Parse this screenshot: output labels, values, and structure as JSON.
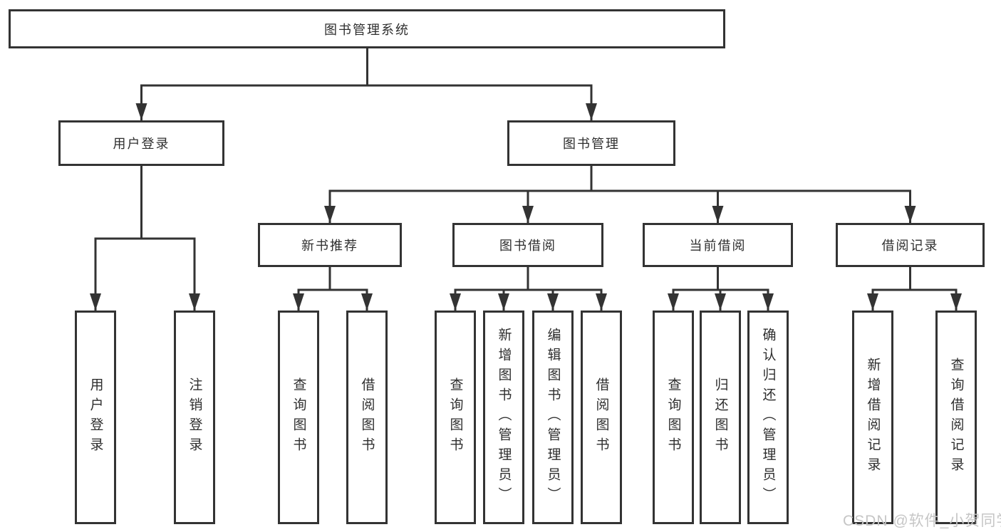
{
  "diagram": {
    "type": "tree",
    "colors": {
      "line": "#333333",
      "box_background": "#ffffff",
      "text": "#2e2e2e",
      "watermark": "#c6c6c6"
    },
    "hierarchy": [
      {
        "parent": "图书管理系统",
        "children": [
          "用户登录",
          "图书管理"
        ]
      },
      {
        "parent": "用户登录",
        "children": [
          "用户登录",
          "注销登录"
        ]
      },
      {
        "parent": "图书管理",
        "children": [
          "新书推荐",
          "图书借阅",
          "当前借阅",
          "借阅记录"
        ]
      },
      {
        "parent": "新书推荐",
        "children": [
          "查询图书",
          "借阅图书"
        ]
      },
      {
        "parent": "图书借阅",
        "children": [
          "查询图书",
          "新增图书（管理员）",
          "编辑图书（管理员）",
          "借阅图书"
        ]
      },
      {
        "parent": "当前借阅",
        "children": [
          "查询图书",
          "归还图书",
          "确认归还（管理员）"
        ]
      },
      {
        "parent": "借阅记录",
        "children": [
          "新增借阅记录",
          "查询借阅记录"
        ]
      }
    ]
  },
  "nodes": {
    "root": {
      "label": "图书管理系统"
    },
    "user_login": {
      "label": "用户登录"
    },
    "book_mgmt": {
      "label": "图书管理"
    },
    "new_book_rec": {
      "label": "新书推荐"
    },
    "book_borrow": {
      "label": "图书借阅"
    },
    "current_borrow": {
      "label": "当前借阅"
    },
    "borrow_records": {
      "label": "借阅记录"
    },
    "leaf_user_login": {
      "label": "用户登录"
    },
    "leaf_logout_login": {
      "label": "注销登录"
    },
    "leaf_query_book_1": {
      "label": "查询图书"
    },
    "leaf_borrow_book_1": {
      "label": "借阅图书"
    },
    "leaf_query_book_2": {
      "label": "查询图书"
    },
    "leaf_add_book_admin": {
      "label": "新增图书（管理员）"
    },
    "leaf_edit_book_admin": {
      "label": "编辑图书（管理员）"
    },
    "leaf_borrow_book_2": {
      "label": "借阅图书"
    },
    "leaf_query_book_3": {
      "label": "查询图书"
    },
    "leaf_return_book": {
      "label": "归还图书"
    },
    "leaf_confirm_return_admin": {
      "label": "确认归还（管理员）"
    },
    "leaf_add_borrow_record": {
      "label": "新增借阅记录"
    },
    "leaf_query_borrow_record": {
      "label": "查询借阅记录"
    }
  },
  "watermark": {
    "text": "CSDN @软件_小贺同学"
  }
}
